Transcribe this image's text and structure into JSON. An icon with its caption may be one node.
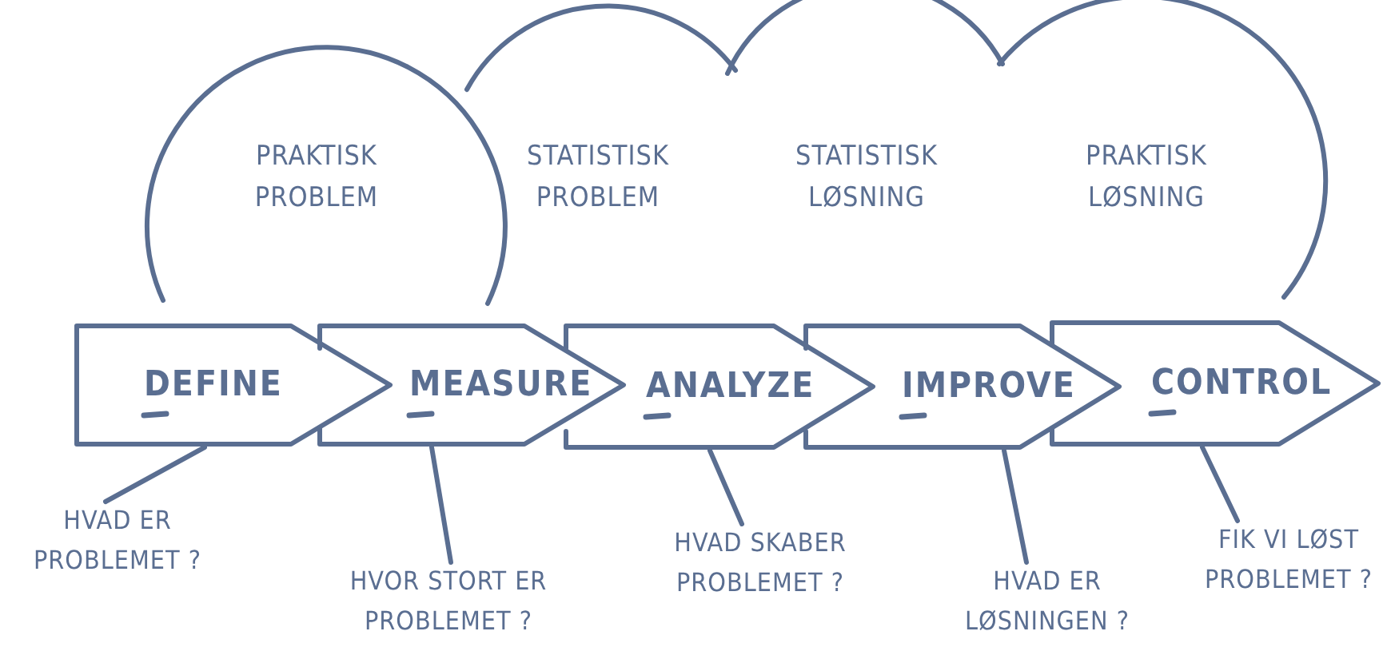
{
  "diagram": {
    "nodes": [
      {
        "text": [
          "DEFINE"
        ]
      },
      {
        "text": [
          "MEASURE"
        ]
      },
      {
        "text": [
          "ANALYZE"
        ]
      },
      {
        "text": [
          "IMPROVE"
        ]
      },
      {
        "text": [
          "CONTROL"
        ]
      },
      {
        "text": [
          "HVAD ER PROBLEMET ?"
        ]
      },
      {
        "text": [
          "HVOR STORT ER PROBLEMET ?"
        ]
      },
      {
        "text": [
          "HVAD SKABER PROBLEMET ?"
        ]
      },
      {
        "text": [
          "HVAD ER LØSNINGEN ?"
        ]
      },
      {
        "text": [
          "FIK VI LØST PROBLEMET ?"
        ]
      },
      {
        "text": [
          "PRAKTISK PROBLEM"
        ]
      },
      {
        "text": [
          "STATISTISK PROBLEM"
        ]
      },
      {
        "text": [
          "STATISTISK LØSNING"
        ]
      },
      {
        "text": [
          "PRAKTISK LØSNING"
        ]
      }
    ],
    "edges": [
      {
        "from": 5,
        "to": 0,
        "arrow": "none"
      },
      {
        "from": 6,
        "to": 1,
        "arrow": "none"
      },
      {
        "from": 7,
        "to": 2,
        "arrow": "none"
      },
      {
        "from": 8,
        "to": 3,
        "arrow": "none"
      },
      {
        "from": 9,
        "to": 4,
        "arrow": "none"
      }
    ]
  }
}
